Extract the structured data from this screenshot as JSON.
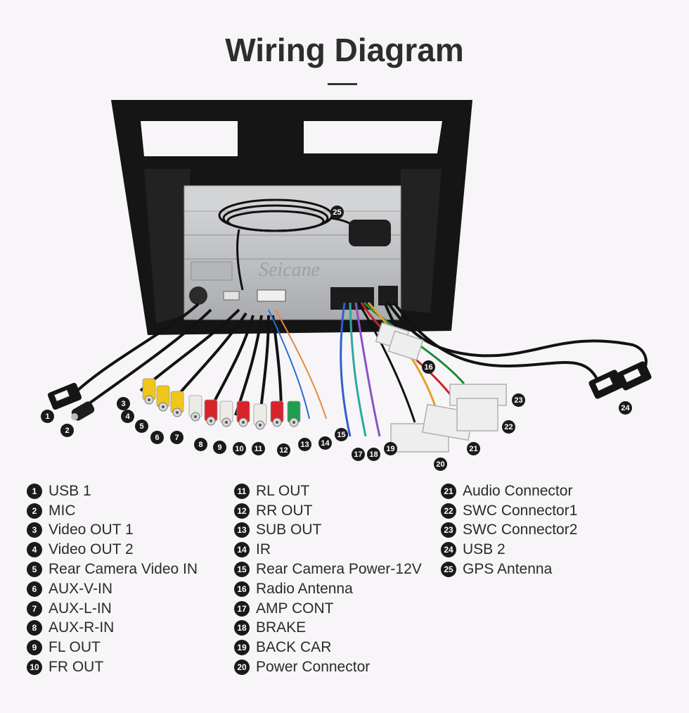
{
  "title": "Wiring Diagram",
  "watermark": "Seicane",
  "legend": [
    {
      "n": "1",
      "label": "USB 1"
    },
    {
      "n": "2",
      "label": "MIC"
    },
    {
      "n": "3",
      "label": "Video OUT 1"
    },
    {
      "n": "4",
      "label": "Video OUT 2"
    },
    {
      "n": "5",
      "label": "Rear Camera Video IN"
    },
    {
      "n": "6",
      "label": "AUX-V-IN"
    },
    {
      "n": "7",
      "label": "AUX-L-IN"
    },
    {
      "n": "8",
      "label": "AUX-R-IN"
    },
    {
      "n": "9",
      "label": "FL OUT"
    },
    {
      "n": "10",
      "label": "FR OUT"
    },
    {
      "n": "11",
      "label": "RL OUT"
    },
    {
      "n": "12",
      "label": "RR OUT"
    },
    {
      "n": "13",
      "label": "SUB OUT"
    },
    {
      "n": "14",
      "label": "IR"
    },
    {
      "n": "15",
      "label": "Rear Camera Power-12V"
    },
    {
      "n": "16",
      "label": "Radio Antenna"
    },
    {
      "n": "17",
      "label": "AMP CONT"
    },
    {
      "n": "18",
      "label": "BRAKE"
    },
    {
      "n": "19",
      "label": "BACK CAR"
    },
    {
      "n": "20",
      "label": "Power Connector"
    },
    {
      "n": "21",
      "label": "Audio Connector"
    },
    {
      "n": "22",
      "label": "SWC Connector1"
    },
    {
      "n": "23",
      "label": "SWC Connector2"
    },
    {
      "n": "24",
      "label": "USB 2"
    },
    {
      "n": "25",
      "label": "GPS Antenna"
    }
  ],
  "colors": {
    "frame": "#141414",
    "unit": "#c9cbcd",
    "rca_yellow": "#f1c61a",
    "rca_red": "#d8232a",
    "rca_white": "#ecebe6",
    "rca_green": "#1f9e4f",
    "marker": "#1a1a1a"
  }
}
